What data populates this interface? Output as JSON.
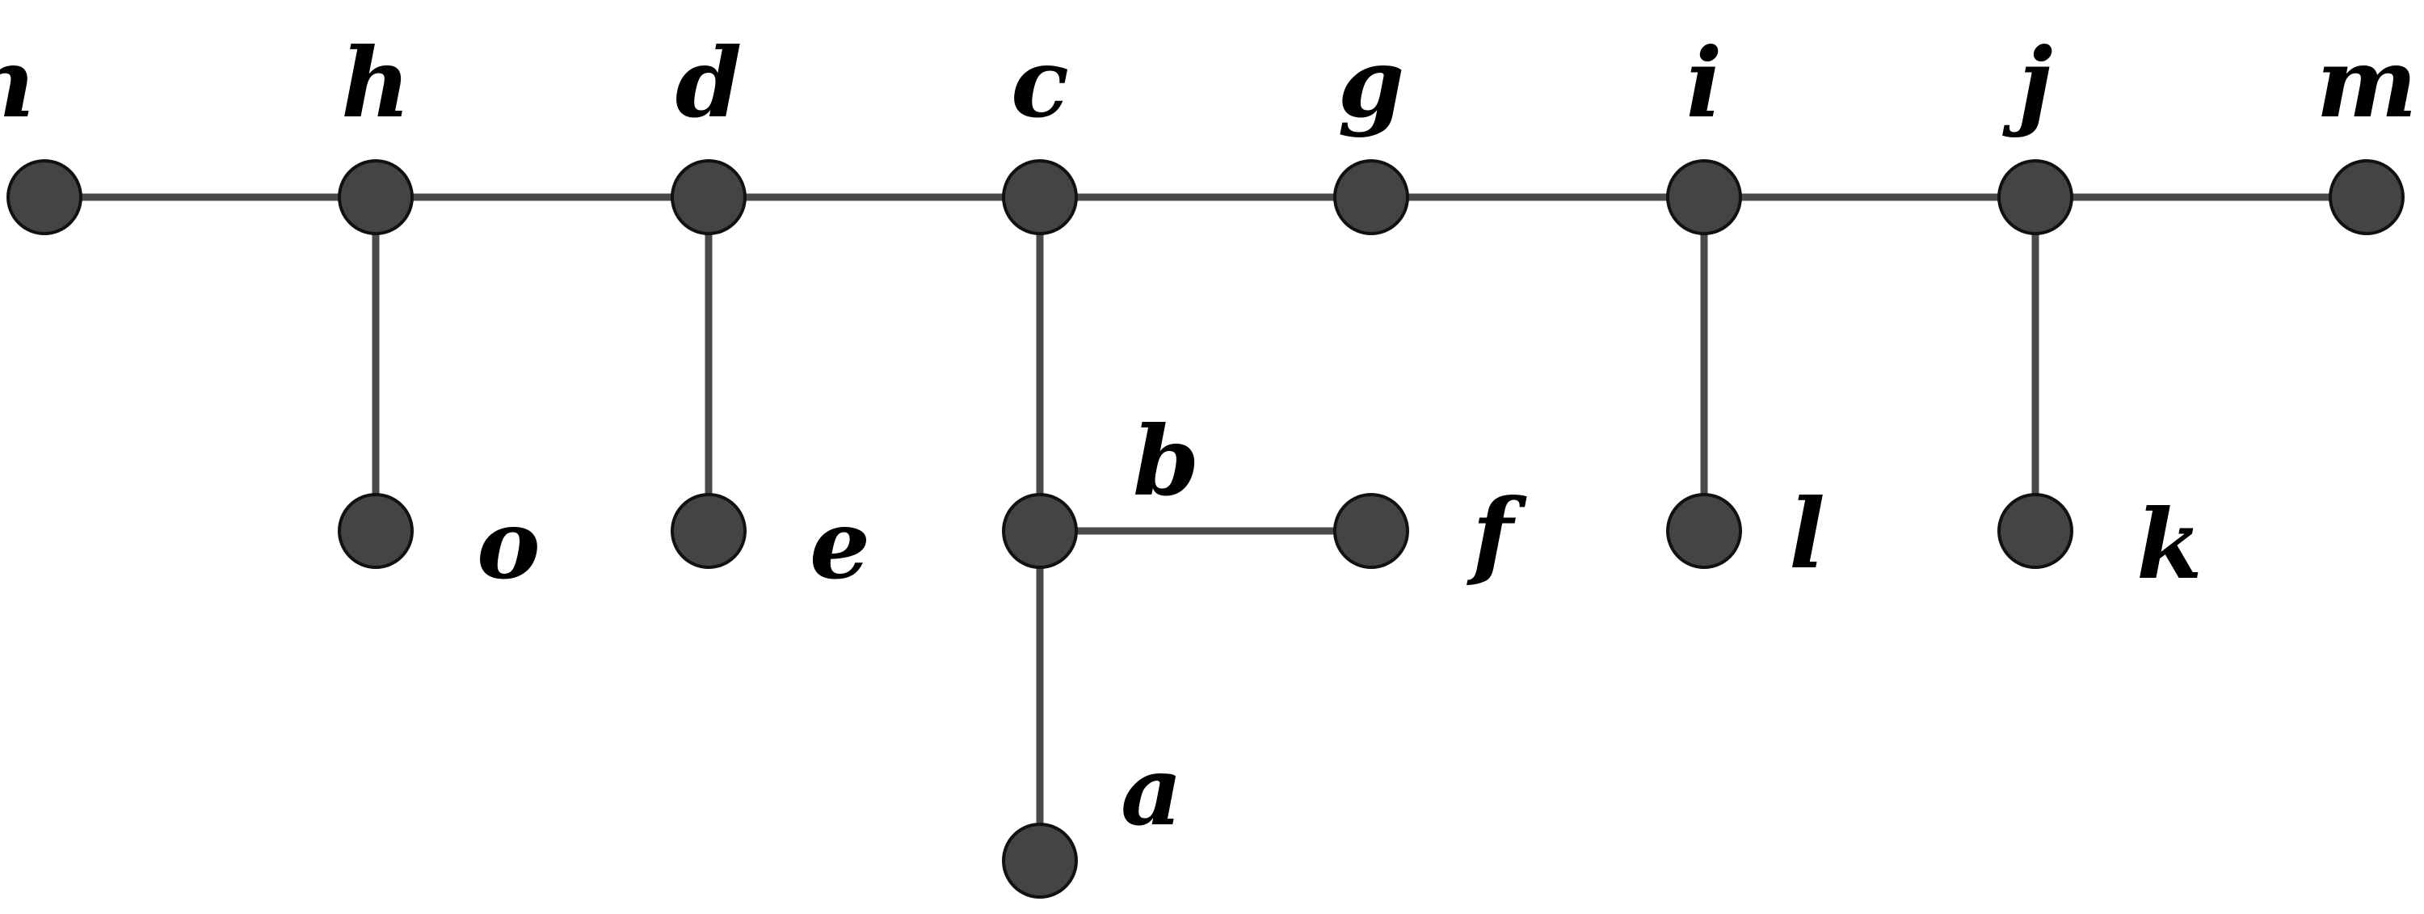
{
  "graph": {
    "nodes": [
      {
        "id": "n",
        "label": "n"
      },
      {
        "id": "h",
        "label": "h"
      },
      {
        "id": "d",
        "label": "d"
      },
      {
        "id": "c",
        "label": "c"
      },
      {
        "id": "g",
        "label": "g"
      },
      {
        "id": "i",
        "label": "i"
      },
      {
        "id": "j",
        "label": "j"
      },
      {
        "id": "m",
        "label": "m"
      },
      {
        "id": "o",
        "label": "o"
      },
      {
        "id": "e",
        "label": "e"
      },
      {
        "id": "b",
        "label": "b"
      },
      {
        "id": "f",
        "label": "f"
      },
      {
        "id": "l",
        "label": "l"
      },
      {
        "id": "k",
        "label": "k"
      },
      {
        "id": "a",
        "label": "a"
      }
    ],
    "edges": [
      [
        "n",
        "h"
      ],
      [
        "h",
        "d"
      ],
      [
        "d",
        "c"
      ],
      [
        "c",
        "g"
      ],
      [
        "g",
        "i"
      ],
      [
        "i",
        "j"
      ],
      [
        "j",
        "m"
      ],
      [
        "h",
        "o"
      ],
      [
        "d",
        "e"
      ],
      [
        "c",
        "b"
      ],
      [
        "b",
        "f"
      ],
      [
        "b",
        "a"
      ],
      [
        "i",
        "l"
      ],
      [
        "j",
        "k"
      ]
    ],
    "colors": {
      "node_fill": "#444444",
      "node_stroke": "#111111",
      "edge": "#4a4a4a",
      "label": "#000000"
    }
  }
}
